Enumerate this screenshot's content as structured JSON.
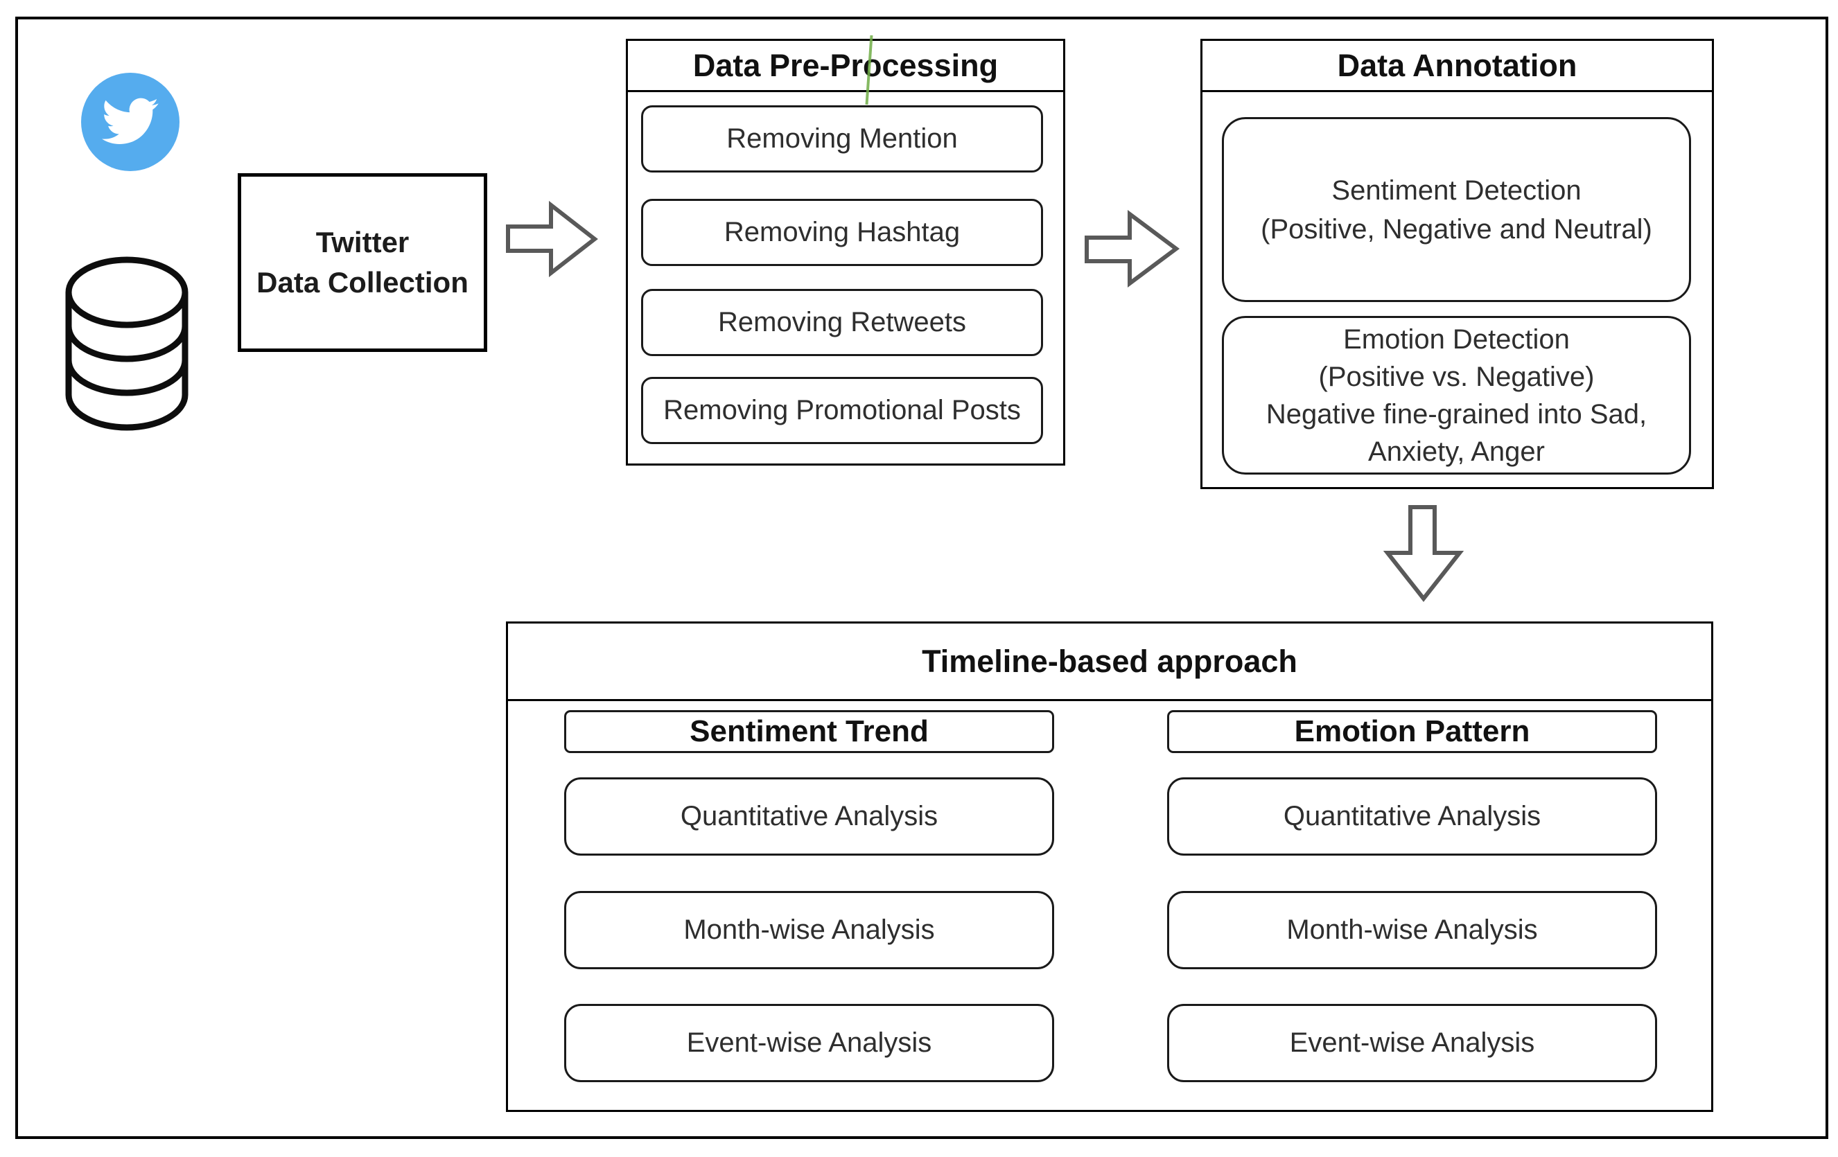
{
  "diagram": {
    "source": {
      "collection_box": {
        "line1": "Twitter",
        "line2": "Data Collection"
      }
    },
    "preprocessing": {
      "title": "Data Pre-Processing",
      "steps": [
        "Removing Mention",
        "Removing Hashtag",
        "Removing Retweets",
        "Removing Promotional Posts"
      ]
    },
    "annotation": {
      "title": "Data Annotation",
      "boxes": [
        {
          "lines": [
            "Sentiment Detection",
            "(Positive, Negative and Neutral)"
          ]
        },
        {
          "lines": [
            "Emotion Detection",
            "(Positive vs. Negative)",
            "Negative fine-grained into Sad,",
            "Anxiety, Anger"
          ]
        }
      ]
    },
    "timeline": {
      "title": "Timeline-based approach",
      "columns": [
        {
          "header": "Sentiment Trend",
          "items": [
            "Quantitative Analysis",
            "Month-wise Analysis",
            "Event-wise Analysis"
          ]
        },
        {
          "header": "Emotion Pattern",
          "items": [
            "Quantitative Analysis",
            "Month-wise Analysis",
            "Event-wise Analysis"
          ]
        }
      ]
    },
    "colors": {
      "twitter_blue": "#55ACEE",
      "cursor_green": "#70AD47",
      "arrow_stroke": "#595959"
    }
  }
}
